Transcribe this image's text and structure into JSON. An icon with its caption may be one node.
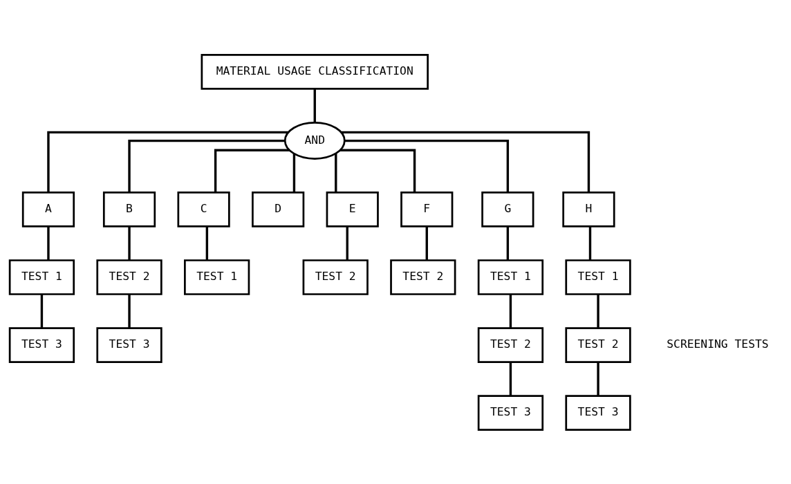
{
  "diagram": {
    "nodes": [
      {
        "text": [
          "MATERIAL USAGE CLASSIFICATION"
        ]
      },
      {
        "text": [
          "AND"
        ]
      },
      {
        "text": [
          "A"
        ]
      },
      {
        "text": [
          "B"
        ]
      },
      {
        "text": [
          "C"
        ]
      },
      {
        "text": [
          "D"
        ]
      },
      {
        "text": [
          "E"
        ]
      },
      {
        "text": [
          "F"
        ]
      },
      {
        "text": [
          "G"
        ]
      },
      {
        "text": [
          "H"
        ]
      },
      {
        "text": [
          "TEST 1"
        ]
      },
      {
        "text": [
          "TEST 3"
        ]
      },
      {
        "text": [
          "TEST 2"
        ]
      },
      {
        "text": [
          "TEST 3"
        ]
      },
      {
        "text": [
          "TEST 1"
        ]
      },
      {
        "text": [
          "TEST 2"
        ]
      },
      {
        "text": [
          "TEST 2"
        ]
      },
      {
        "text": [
          "TEST 1"
        ]
      },
      {
        "text": [
          "TEST 2"
        ]
      },
      {
        "text": [
          "TEST 3"
        ]
      },
      {
        "text": [
          "TEST 1"
        ]
      },
      {
        "text": [
          "TEST 2"
        ]
      },
      {
        "text": [
          "TEST 3"
        ]
      }
    ],
    "edges": [
      {
        "from": 0,
        "to": 1,
        "arrow": "none"
      },
      {
        "from": 1,
        "to": 2,
        "arrow": "none"
      },
      {
        "from": 1,
        "to": 3,
        "arrow": "none"
      },
      {
        "from": 1,
        "to": 4,
        "arrow": "none"
      },
      {
        "from": 1,
        "to": 5,
        "arrow": "none"
      },
      {
        "from": 1,
        "to": 6,
        "arrow": "none"
      },
      {
        "from": 1,
        "to": 7,
        "arrow": "none"
      },
      {
        "from": 1,
        "to": 8,
        "arrow": "none"
      },
      {
        "from": 1,
        "to": 9,
        "arrow": "none"
      },
      {
        "from": 2,
        "to": 10,
        "arrow": "none"
      },
      {
        "from": 10,
        "to": 11,
        "arrow": "none"
      },
      {
        "from": 3,
        "to": 12,
        "arrow": "none"
      },
      {
        "from": 12,
        "to": 13,
        "arrow": "none"
      },
      {
        "from": 4,
        "to": 14,
        "arrow": "none"
      },
      {
        "from": 6,
        "to": 15,
        "arrow": "none"
      },
      {
        "from": 7,
        "to": 16,
        "arrow": "none"
      },
      {
        "from": 8,
        "to": 17,
        "arrow": "none"
      },
      {
        "from": 17,
        "to": 18,
        "arrow": "none"
      },
      {
        "from": 18,
        "to": 19,
        "arrow": "none"
      },
      {
        "from": 9,
        "to": 20,
        "arrow": "none"
      },
      {
        "from": 20,
        "to": 21,
        "arrow": "none"
      },
      {
        "from": 21,
        "to": 22,
        "arrow": "none"
      }
    ],
    "labels": [
      "SCREENING TESTS"
    ]
  }
}
